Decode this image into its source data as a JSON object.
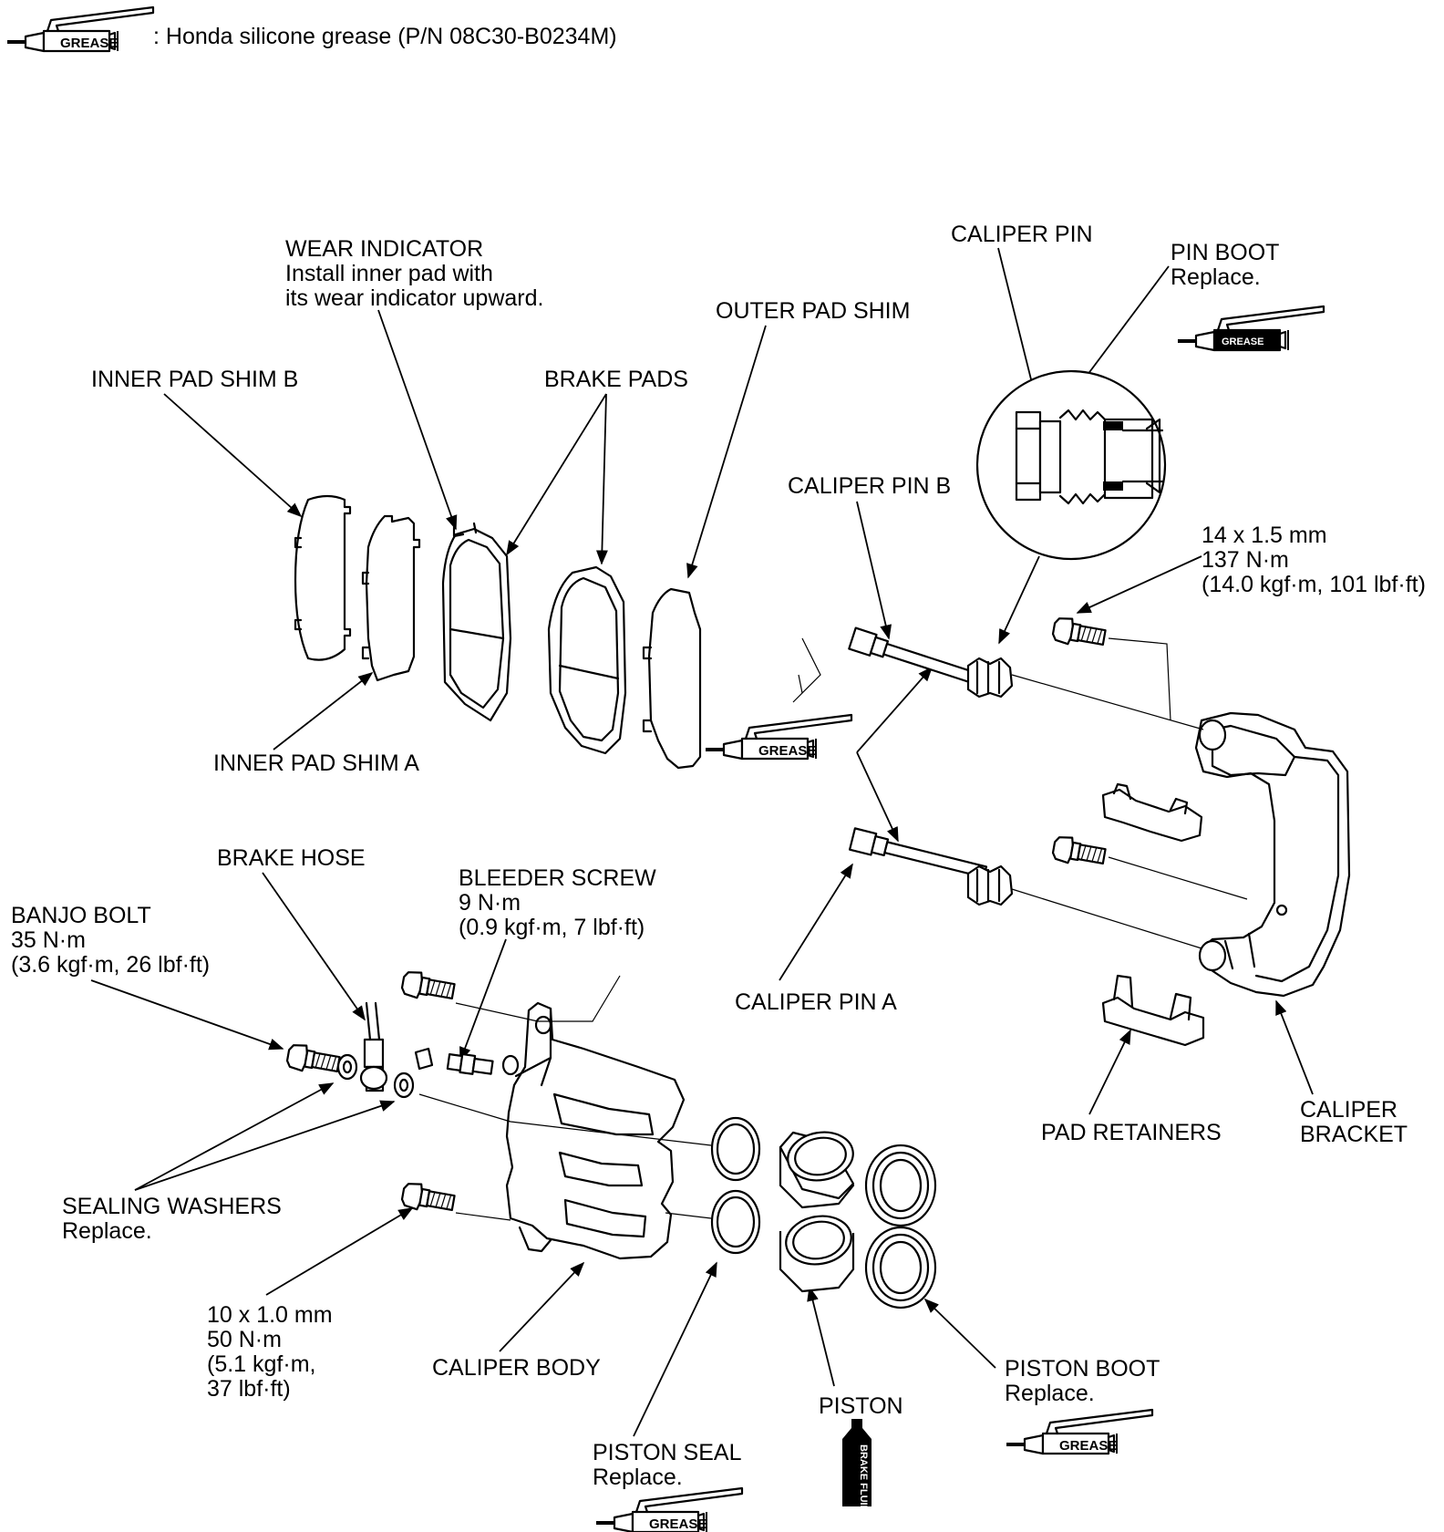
{
  "legend": {
    "icon_text": "GREASE",
    "text": ": Honda silicone grease (P/N 08C30-B0234M)"
  },
  "icons": {
    "grease": "GREASE",
    "brake_fluid": "BRAKE FLUID"
  },
  "labels": {
    "wear_indicator": [
      "WEAR INDICATOR",
      "Install inner pad with",
      "its wear indicator upward."
    ],
    "caliper_pin": [
      "CALIPER PIN"
    ],
    "pin_boot": [
      "PIN BOOT",
      "Replace."
    ],
    "outer_pad_shim": [
      "OUTER PAD SHIM"
    ],
    "inner_pad_shim_b": [
      "INNER PAD SHIM B"
    ],
    "brake_pads": [
      "BRAKE PADS"
    ],
    "caliper_pin_b": [
      "CALIPER PIN B"
    ],
    "bolt_14": [
      "14 x 1.5 mm",
      "137 N·m",
      "(14.0 kgf·m, 101 lbf·ft)"
    ],
    "inner_pad_shim_a": [
      "INNER PAD SHIM A"
    ],
    "brake_hose": [
      "BRAKE HOSE"
    ],
    "bleeder_screw": [
      "BLEEDER SCREW",
      "9 N·m",
      "(0.9 kgf·m, 7 lbf·ft)"
    ],
    "banjo_bolt": [
      "BANJO BOLT",
      "35 N·m",
      "(3.6 kgf·m, 26 lbf·ft)"
    ],
    "caliper_pin_a": [
      "CALIPER PIN A"
    ],
    "pad_retainers": [
      "PAD RETAINERS"
    ],
    "caliper_bracket": [
      "CALIPER",
      "BRACKET"
    ],
    "sealing_washers": [
      "SEALING WASHERS",
      "Replace."
    ],
    "bolt_10": [
      "10 x 1.0 mm",
      "50 N·m",
      "(5.1 kgf·m,",
      " 37 lbf·ft)"
    ],
    "caliper_body": [
      "CALIPER BODY"
    ],
    "piston_boot": [
      "PISTON BOOT",
      "Replace."
    ],
    "piston": [
      "PISTON"
    ],
    "piston_seal": [
      "PISTON SEAL",
      "Replace."
    ]
  }
}
